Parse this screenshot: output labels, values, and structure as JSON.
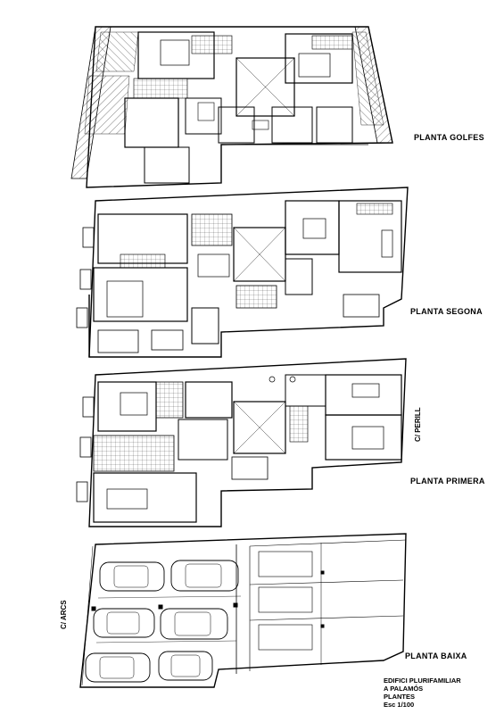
{
  "floors": {
    "golfes": "PLANTA GOLFES",
    "segona": "PLANTA SEGONA",
    "primera": "PLANTA PRIMERA",
    "baixa": "PLANTA BAIXA"
  },
  "streets": {
    "perill": "C/ PERILL",
    "arcs": "C/ ARCS"
  },
  "title_block": {
    "line1": "EDIFICI PLURIFAMILIAR",
    "line2": "A PALAMÓS",
    "line3": "PLANTES",
    "line4": "Esc 1/100"
  }
}
